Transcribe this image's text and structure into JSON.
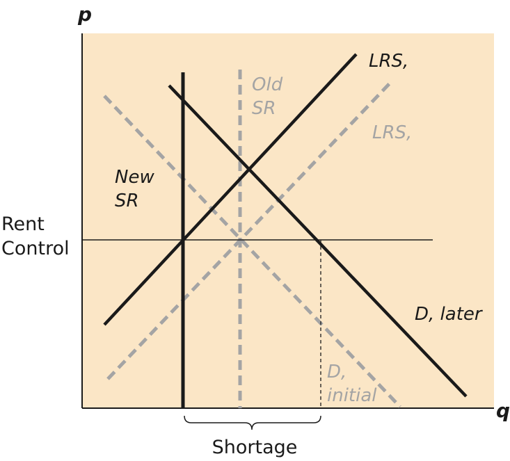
{
  "diagram": {
    "axis_y_label": "p",
    "axis_x_label": "q",
    "rent_control_label": [
      "Rent",
      "Control"
    ],
    "shortage_label": "Shortage",
    "curves": {
      "lrs_new": "LRS,",
      "lrs_old": "LRS,",
      "old_sr": [
        "Old",
        "SR"
      ],
      "new_sr": [
        "New",
        "SR"
      ],
      "d_later": "D, later",
      "d_initial": [
        "D,",
        "initial"
      ]
    }
  },
  "colors": {
    "plot_background": "#fbe6c6",
    "dark_line": "#1a1a1a",
    "gray_line": "#a4a4a4",
    "gray_text": "#a4a4a4"
  }
}
